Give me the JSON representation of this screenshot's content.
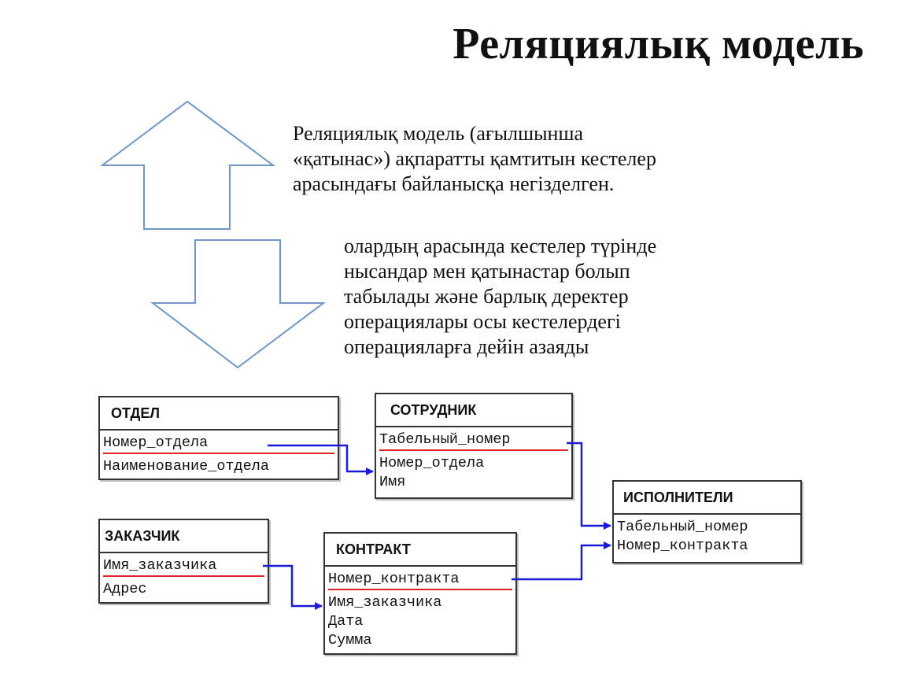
{
  "title": "Реляциялық модель",
  "paragraph1": [
    "Реляциялық модель (ағылшынша",
    "«қатынас») ақпаратты қамтитын кестелер",
    "арасындағы байланысқа негізделген."
  ],
  "paragraph2": [
    "олардың арасында кестелер түрінде",
    "нысандар мен қатынастар болып",
    "табылады және барлық деректер",
    "операциялары осы кестелердегі",
    "операцияларға дейін азаяды"
  ],
  "colors": {
    "arrow_stroke": "#6f96c4",
    "link_line": "#1a1ad8",
    "key_underline": "#e0222a"
  },
  "tables": {
    "otdel": {
      "name": "ОТДЕЛ",
      "fields": [
        "Номер_отдела",
        "Наименование_отдела"
      ]
    },
    "sotrudnik": {
      "name": "СОТРУДНИК",
      "fields": [
        "Табельный_номер",
        "Номер_отдела",
        "Имя"
      ]
    },
    "ispolniteli": {
      "name": "ИСПОЛНИТЕЛИ",
      "fields": [
        "Табельный_номер",
        "Номер_контракта"
      ]
    },
    "zakazchik": {
      "name": "ЗАКАЗЧИК",
      "fields": [
        "Имя_заказчика",
        "Адрес"
      ]
    },
    "kontrakt": {
      "name": "КОНТРАКТ",
      "fields": [
        "Номер_контракта",
        "Имя_заказчика",
        "Дата",
        "Сумма"
      ]
    }
  }
}
